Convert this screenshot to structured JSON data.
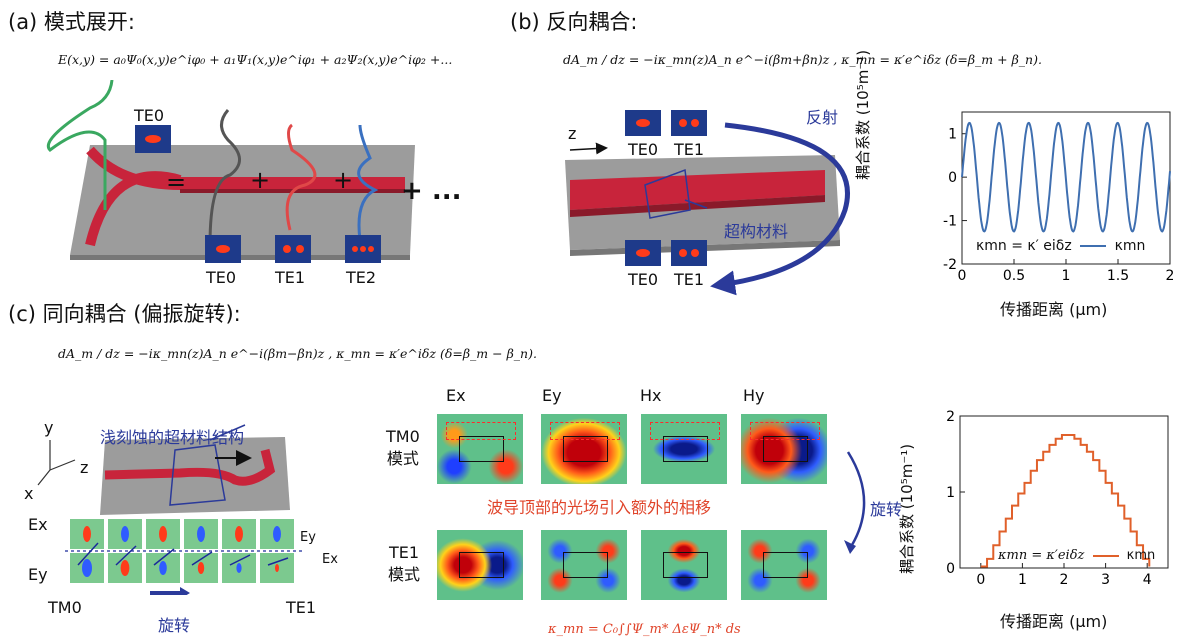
{
  "panel_a": {
    "title": "(a) 模式展开:",
    "equation": "E(x,y) = a₀Ψ₀(x,y)e^iφ₀ + a₁Ψ₁(x,y)e^iφ₁ + a₂Ψ₂(x,y)e^iφ₂ +...",
    "op_eq": "=",
    "op_plus1": "+",
    "op_plus2": "+",
    "op_plus_dots": "+ ...",
    "top_mode": "TE0",
    "bottom_modes": [
      "TE0",
      "TE1",
      "TE2"
    ]
  },
  "panel_b": {
    "title": "(b) 反向耦合:",
    "equation": "dA_m / dz = −iκ_mn(z)A_n e^−i(βm+βn)z , κ_mn = κ′e^iδz (δ=β_m + β_n).",
    "axis_z": "z",
    "top_modes": [
      "TE0",
      "TE1"
    ],
    "bottom_modes": [
      "TE0",
      "TE1"
    ],
    "reflection": "反射",
    "metamaterial": "超构材料"
  },
  "panel_c": {
    "title": "(c) 同向耦合 (偏振旋转):",
    "equation": "dA_m / dz = −iκ_mn(z)A_n e^−i(βm−βn)z , κ_mn = κ′e^iδz (δ=β_m − β_n).",
    "axis_y": "y",
    "axis_z": "z",
    "axis_x": "x",
    "structure_label": "浅刻蚀的超材料结构",
    "ex": "Ex",
    "ey": "Ey",
    "ey_small": "Ey",
    "ex_small": "Ex",
    "tm0": "TM0",
    "te1": "TE1",
    "rotation": "旋转",
    "field_cols": [
      "Ex",
      "Ey",
      "Hx",
      "Hy"
    ],
    "row1": "TM0\n模式",
    "row2": "TE1\n模式",
    "middle_note": "波导顶部的光场引入额外的相移",
    "rotation2": "旋转",
    "overlap": "κ_mn = C₀∫∫Ψ_m* ΔεΨ_n* ds"
  },
  "colors": {
    "blue_dark": "#2b3a9a",
    "red": "#e0442a",
    "line_blue": "#3f6fb0",
    "line_orange": "#e0602a",
    "waveguide": "#c8243b"
  },
  "chart_data": [
    {
      "type": "line",
      "xlabel": "传播距离 (μm)",
      "ylabel": "耦合系数 (10⁵m⁻¹)",
      "xlim": [
        0,
        2
      ],
      "ylim": [
        -2,
        1.5
      ],
      "xticks": [
        "0",
        "0.5",
        "1",
        "1.5",
        "2"
      ],
      "yticks": [
        "-2",
        "-1",
        "0",
        "1"
      ],
      "legend_formula": "κmn = κ′ eiδz",
      "series": [
        {
          "name": "κmn",
          "function": "1.25·sin(2π·x/0.285)",
          "period": 0.285,
          "amplitude": 1.25
        }
      ],
      "legend": "bottom"
    },
    {
      "type": "line",
      "xlabel": "传播距离 (μm)",
      "ylabel": "耦合系数 (10⁵m⁻¹)",
      "xlim": [
        -0.5,
        4.5
      ],
      "ylim": [
        0,
        2
      ],
      "xticks": [
        "0",
        "1",
        "2",
        "3",
        "4"
      ],
      "yticks": [
        "0",
        "1",
        "2"
      ],
      "legend_formula": "κmn = κ′eiδz",
      "series": [
        {
          "name": "κmn",
          "x": [
            0,
            0.15,
            0.3,
            0.45,
            0.6,
            0.75,
            0.9,
            1.05,
            1.2,
            1.35,
            1.5,
            1.65,
            1.8,
            1.95,
            2.1,
            2.25,
            2.4,
            2.55,
            2.7,
            2.85,
            3.0,
            3.15,
            3.3,
            3.45,
            3.6,
            3.75,
            3.9,
            4.05
          ],
          "y": [
            0.02,
            0.12,
            0.3,
            0.48,
            0.65,
            0.82,
            0.98,
            1.12,
            1.28,
            1.42,
            1.53,
            1.62,
            1.7,
            1.75,
            1.75,
            1.7,
            1.62,
            1.53,
            1.42,
            1.28,
            1.12,
            0.98,
            0.82,
            0.65,
            0.48,
            0.3,
            0.12,
            0.02
          ]
        }
      ],
      "legend": "bottom"
    }
  ]
}
